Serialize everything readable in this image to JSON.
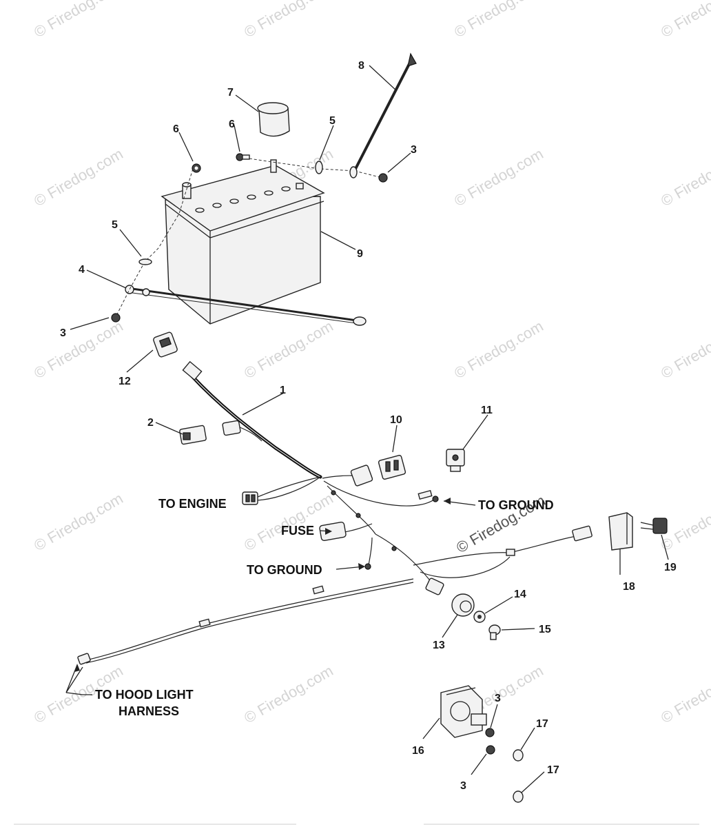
{
  "watermark": "© Firedog.com",
  "callouts": {
    "c1": "1",
    "c2": "2",
    "c3a": "3",
    "c3b": "3",
    "c3c": "3",
    "c3d": "3",
    "c4": "4",
    "c5a": "5",
    "c5b": "5",
    "c6a": "6",
    "c6b": "6",
    "c7": "7",
    "c8": "8",
    "c9": "9",
    "c10": "10",
    "c11": "11",
    "c12": "12",
    "c13": "13",
    "c14": "14",
    "c15": "15",
    "c16": "16",
    "c17a": "17",
    "c17b": "17",
    "c18": "18",
    "c19": "19"
  },
  "labels": {
    "to_engine": "TO ENGINE",
    "to_ground_right": "TO GROUND",
    "fuse": "FUSE",
    "to_ground_left": "TO GROUND",
    "hood_line1": "TO HOOD LIGHT",
    "hood_line2": "HARNESS"
  }
}
